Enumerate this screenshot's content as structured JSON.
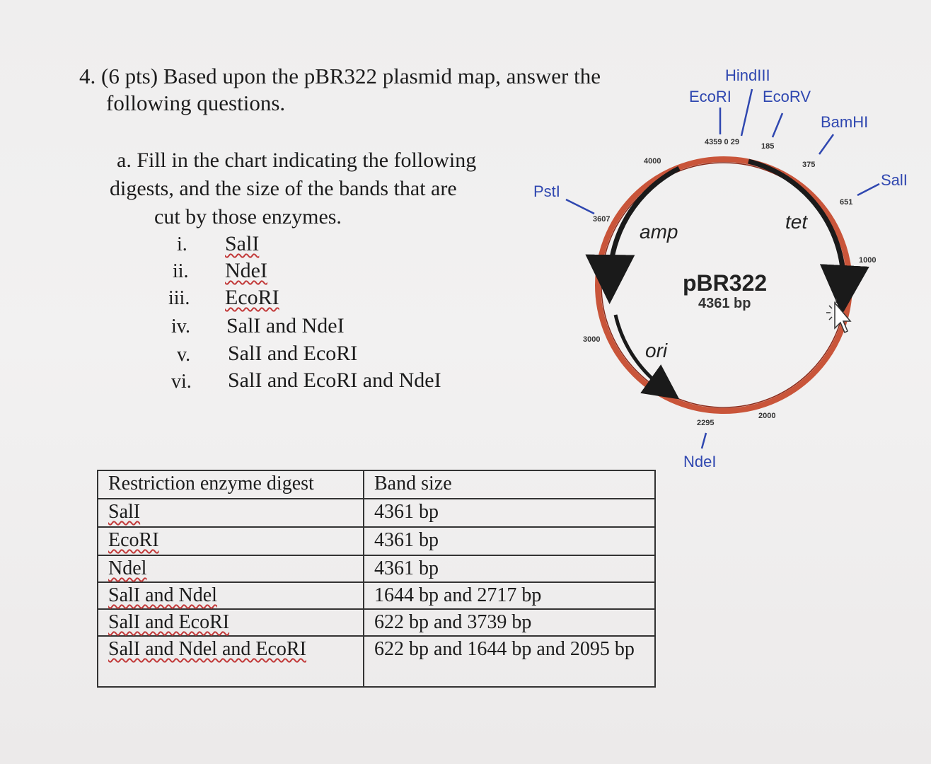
{
  "question": {
    "line1": "4. (6 pts) Based upon the pBR322 plasmid map, answer the",
    "line2": "following questions."
  },
  "part_a": {
    "line1": "a. Fill in the chart indicating the following",
    "line2": "digests, and the size of the bands that are",
    "line3": "cut by those enzymes."
  },
  "digest_list": [
    {
      "numeral": "i.",
      "text": "SalI"
    },
    {
      "numeral": "ii.",
      "text": "NdeI"
    },
    {
      "numeral": "iii.",
      "text": "EcoRI"
    },
    {
      "numeral": "iv.",
      "text": "SalI and NdeI"
    },
    {
      "numeral": "v.",
      "text": "SalI and EcoRI"
    },
    {
      "numeral": "vi.",
      "text": "SalI and EcoRI and NdeI"
    }
  ],
  "table": {
    "headers": [
      "Restriction enzyme digest",
      "Band size"
    ],
    "rows": [
      [
        "SalI",
        "4361 bp"
      ],
      [
        "EcoRI",
        "4361 bp"
      ],
      [
        "Ndel",
        "4361 bp"
      ],
      [
        "SalI and Ndel",
        "1644 bp and 2717 bp"
      ],
      [
        "SalI and EcoRI",
        "622 bp and 3739 bp"
      ],
      [
        "SalI and Ndel and EcoRI",
        "622 bp and 1644 bp and 2095 bp"
      ]
    ]
  },
  "plasmid_map": {
    "name": "pBR322",
    "size": "4361 bp",
    "sites": {
      "hindiii": "HindIII",
      "ecori": "EcoRI",
      "ecorv": "EcoRV",
      "bamhi": "BamHI",
      "sali": "SalI",
      "psti": "PstI",
      "ndei": "NdeI"
    },
    "positions": {
      "p4359_0_29": "4359 0 29",
      "p185": "185",
      "p375": "375",
      "p651": "651",
      "p1000": "1000",
      "p2000": "2000",
      "p2295": "2295",
      "p3000": "3000",
      "p3607": "3607",
      "p4000": "4000"
    },
    "genes": {
      "amp": "amp",
      "tet": "tet",
      "ori": "ori"
    },
    "colors": {
      "ring": "#c9553a",
      "arrows": "#1a1a1a",
      "labels": "#2f47b0"
    }
  }
}
